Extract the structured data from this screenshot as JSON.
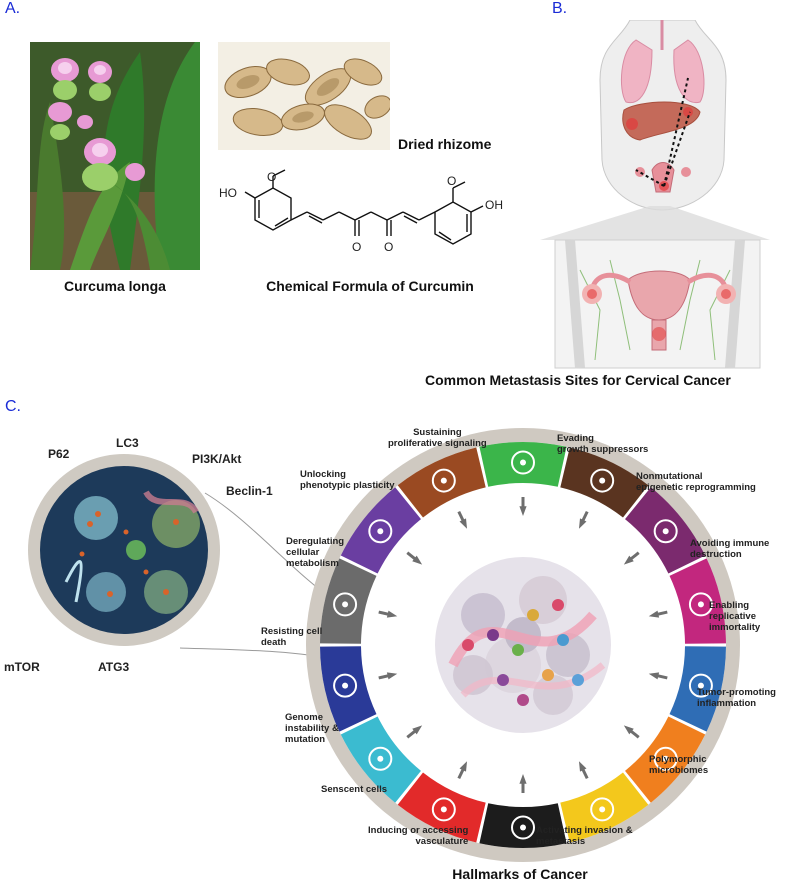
{
  "panels": {
    "a": {
      "letter": "A.",
      "plant_caption": "Curcuma longa",
      "rhizome_caption": "Dried rhizome",
      "formula_caption": "Chemical Formula of Curcumin",
      "formula_atoms": {
        "methoxy_left": "O",
        "methoxy_right": "O",
        "hydroxyl_left": "HO",
        "hydroxyl_right": "OH",
        "ketone_1": "O",
        "ketone_2": "O"
      }
    },
    "b": {
      "letter": "B.",
      "caption": "Common Metastasis Sites for Cervical Cancer"
    },
    "c": {
      "letter": "C.",
      "autophagy_markers": [
        "P62",
        "LC3",
        "PI3K/Akt",
        "Beclin-1",
        "mTOR",
        "ATG3"
      ],
      "wheel_title": "Hallmarks of Cancer",
      "hallmarks": [
        {
          "label": "Sustaining\nproliferative signaling",
          "color": "#3bb54a",
          "icon": "arrow-up-right-icon"
        },
        {
          "label": "Evading\ngrowth suppressors",
          "color": "#5a3420",
          "icon": "no-entry-icon"
        },
        {
          "label": "Nonmutational\nepigenetic reprogramming",
          "color": "#7b2a6e",
          "icon": "dna-coil-icon"
        },
        {
          "label": "Avoiding immune\ndestruction",
          "color": "#c2277e",
          "icon": "immune-cell-icon"
        },
        {
          "label": "Enabling\nreplicative\nimmortality",
          "color": "#2f6db5",
          "icon": "infinity-icon"
        },
        {
          "label": "Tumor-promoting\ninflammation",
          "color": "#f07f1e",
          "icon": "flame-icon"
        },
        {
          "label": "Polymorphic\nmicrobiomes",
          "color": "#f3c81c",
          "icon": "bacteria-icon"
        },
        {
          "label": "Activating invasion &\nmetastasis",
          "color": "#1c1c1c",
          "icon": "cell-migration-icon"
        },
        {
          "label": "Inducing or accessing\nvasculature",
          "color": "#e22a2a",
          "icon": "vessel-icon"
        },
        {
          "label": "Senscent cells",
          "color": "#3bbbd0",
          "icon": "leaf-icon"
        },
        {
          "label": "Genome\ninstability &\nmutation",
          "color": "#2a3a98",
          "icon": "dna-icon"
        },
        {
          "label": "Resisting cell\ndeath",
          "color": "#6b6b6b",
          "icon": "cross-icon"
        },
        {
          "label": "Deregulating\ncellular\nmetabolism",
          "color": "#6a3ea1",
          "icon": "atom-icon"
        },
        {
          "label": "Unlocking\nphenotypic plasticity",
          "color": "#9a4a22",
          "icon": "key-icon"
        }
      ]
    }
  }
}
